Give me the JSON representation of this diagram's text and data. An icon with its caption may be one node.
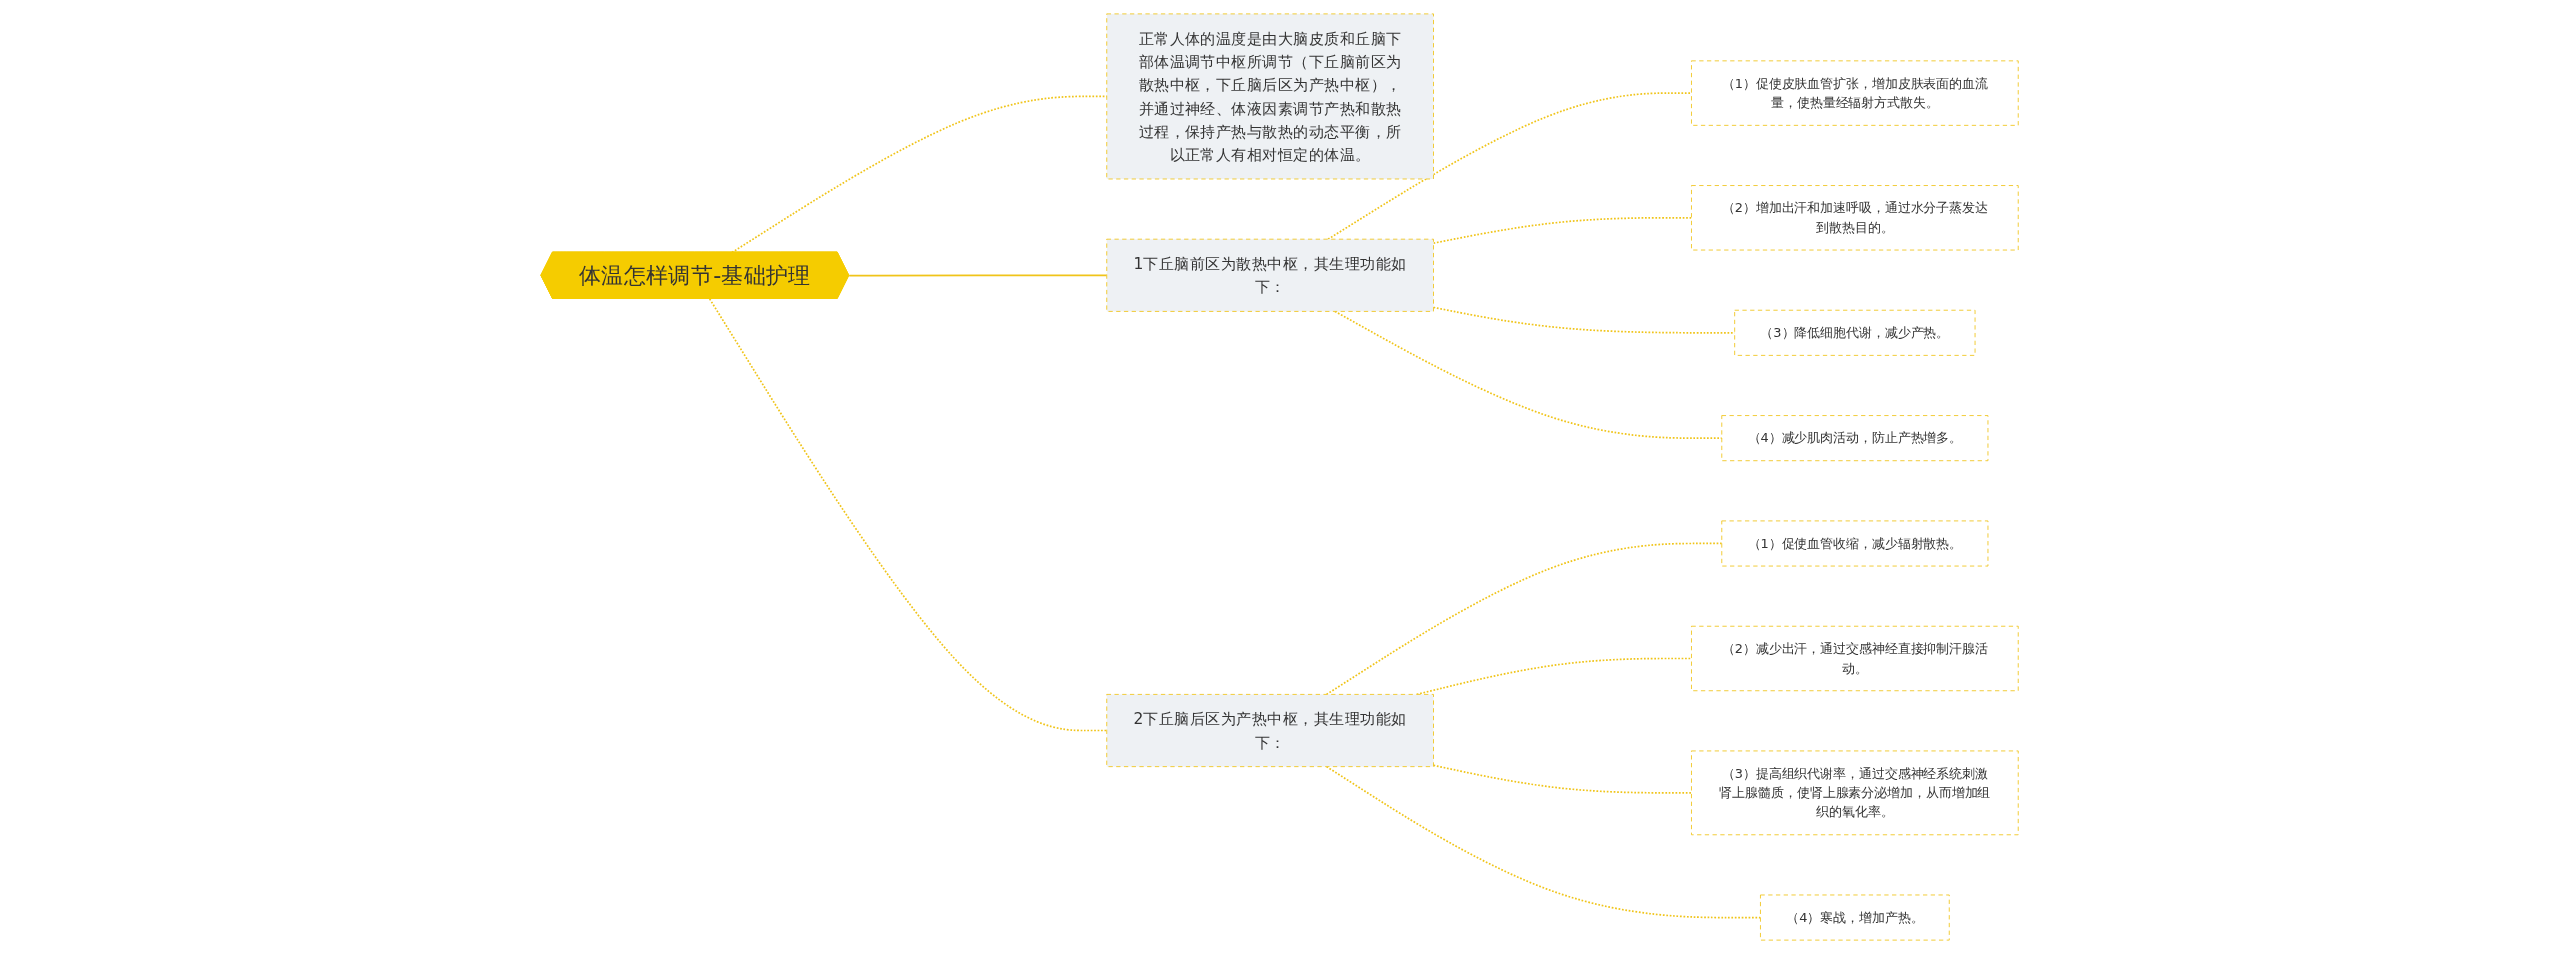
{
  "diagram": {
    "nodes": [
      {
        "text": [
          "体温怎样调节-基础护理"
        ]
      },
      {
        "text": [
          "1下丘脑前区为散热中枢，其生理功能如下："
        ]
      },
      {
        "text": [
          "（1）促使皮肤血管扩张，增加皮肤表面的血流量，使热量经辐射方式散失。"
        ]
      },
      {
        "text": [
          "（2）增加出汗和加速呼吸，通过水分子蒸发达到散热目的。"
        ]
      },
      {
        "text": [
          "（3）降低细胞代谢，减少产热。"
        ]
      },
      {
        "text": [
          "（4）减少肌肉活动，防止产热增多。"
        ]
      },
      {
        "text": [
          "正常人体的温度是由大脑皮质和丘脑下部体温调节中枢所调节（下丘脑前区为散热中枢，下丘脑后区为产热中枢），并通过神经、体液因素调节产热和散热过程，保持产热与散热的动态平衡，所以正常人有相对恒定的体温。"
        ]
      },
      {
        "text": [
          "2下丘脑后区为产热中枢，其生理功能如下："
        ]
      },
      {
        "text": [
          "（1）促使血管收缩，减少辐射散热。"
        ]
      },
      {
        "text": [
          "（2）减少出汗，通过交感神经直接抑制汗腺活动。"
        ]
      },
      {
        "text": [
          "（3）提高组织代谢率，通过交感神经系统刺激肾上腺髓质，使肾上腺素分泌增加，从而增加组织的氧化率。"
        ]
      },
      {
        "text": [
          "（4）寒战，增加产热。"
        ]
      }
    ],
    "edges": [
      {
        "from": 0,
        "to": 1,
        "arrow": "none"
      },
      {
        "from": 1,
        "to": 2,
        "arrow": "none",
        "style": "dashed"
      },
      {
        "from": 1,
        "to": 3,
        "arrow": "none",
        "style": "dashed"
      },
      {
        "from": 1,
        "to": 4,
        "arrow": "none",
        "style": "dashed"
      },
      {
        "from": 1,
        "to": 5,
        "arrow": "none",
        "style": "dashed"
      },
      {
        "from": 0,
        "to": 6,
        "arrow": "none",
        "style": "dashed"
      },
      {
        "from": 0,
        "to": 7,
        "arrow": "none",
        "style": "dashed"
      },
      {
        "from": 7,
        "to": 8,
        "arrow": "none",
        "style": "dashed"
      },
      {
        "from": 7,
        "to": 9,
        "arrow": "none",
        "style": "dashed"
      },
      {
        "from": 7,
        "to": 10,
        "arrow": "none",
        "style": "dashed"
      },
      {
        "from": 7,
        "to": 11,
        "arrow": "none",
        "style": "dashed"
      }
    ]
  }
}
